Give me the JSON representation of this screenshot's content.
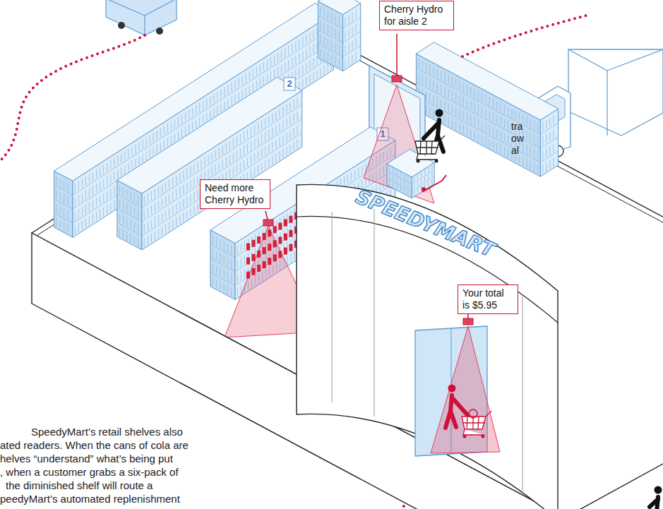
{
  "diagram": {
    "nodes": [
      {
        "text": [
          "Cherry Hydro for aisle 2"
        ]
      },
      {
        "text": [
          "Need more Cherry Hydro"
        ]
      },
      {
        "text": [
          "Your total is $5.95"
        ]
      }
    ],
    "labels": [
      "tra",
      "ow",
      "al",
      "2",
      "1",
      "SPEEDYMART",
      "SpeedyMart’s retail shelves also",
      "ated readers. When the cans of cola are",
      "helves “understand” what’s being put",
      ", when a customer grabs a six-pack of",
      "the diminished shelf will route a",
      "peedyMart’s automated replenishment"
    ]
  }
}
